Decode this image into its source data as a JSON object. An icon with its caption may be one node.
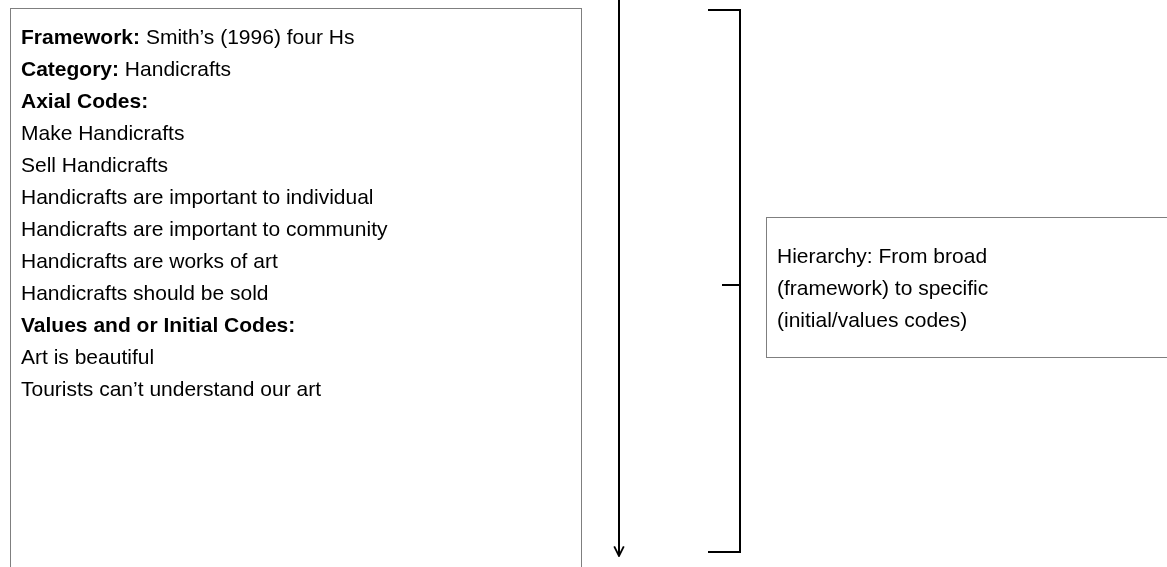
{
  "diagram": {
    "nodes": [
      {
        "text": [
          "**Framework:** Smith’s (1996) four Hs",
          "**Category:** Handicrafts",
          "Axial Codes:",
          "Make Handicrafts",
          "Sell Handicrafts",
          "Handicrafts are important to individual",
          "Handicrafts are important to community",
          "Handicrafts are works of art",
          "Handicrafts should be sold",
          "Values and or Initial Codes:",
          "Art is beautiful",
          "Tourists can’t understand our art"
        ]
      },
      {
        "text": [
          "Hierarchy: From broad (framework) to specific (initial/values codes)"
        ]
      }
    ]
  }
}
